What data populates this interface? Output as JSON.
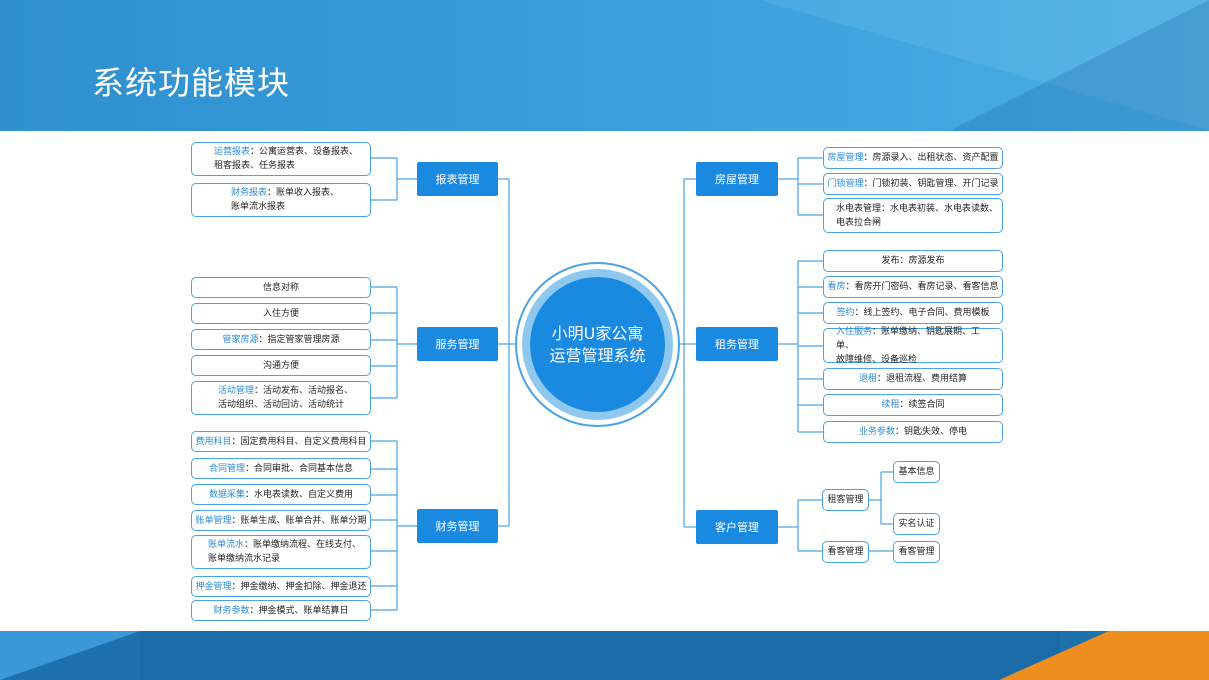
{
  "title": "系统功能模块",
  "colors": {
    "accent": "#1a8ae0",
    "header": "#3aa0dc",
    "footer": "#1d72ad",
    "orange": "#ee8e1e"
  },
  "center": {
    "line1": "小明U家公寓",
    "line2": "运营管理系统"
  },
  "left": {
    "reports": {
      "label": "报表管理",
      "leaves": [
        {
          "key": "运营报表",
          "text": "：公寓运营表、设备报表、",
          "text2": "租客报表、任务报表"
        },
        {
          "key": "财务报表",
          "text": "：账单收入报表、",
          "text2": "账单流水报表"
        }
      ]
    },
    "service": {
      "label": "服务管理",
      "leaves": [
        {
          "key": "",
          "text": "信息对称"
        },
        {
          "key": "",
          "text": "入住方便"
        },
        {
          "key": "管家房源",
          "text": "：指定管家管理房源"
        },
        {
          "key": "",
          "text": "沟通方便"
        },
        {
          "key": "活动管理",
          "text": "：活动发布、活动报名、",
          "text2": "活动组织、活动回访、活动统计"
        }
      ]
    },
    "finance": {
      "label": "财务管理",
      "leaves": [
        {
          "key": "费用科目",
          "text": "：固定费用科目、自定义费用科目"
        },
        {
          "key": "合同管理",
          "text": "：合同审批、合同基本信息"
        },
        {
          "key": "数据采集",
          "text": "：水电表读数、自定义费用"
        },
        {
          "key": "账单管理",
          "text": "：账单生成、账单合并、账单分期"
        },
        {
          "key": "账单流水",
          "text": "：账单缴纳流程、在线支付、",
          "text2": "账单缴纳流水记录"
        },
        {
          "key": "押金管理",
          "text": "：押金缴纳、押金扣除、押金退还"
        },
        {
          "key": "财务参数",
          "text": "：押金模式、账单结算日"
        }
      ]
    }
  },
  "right": {
    "house": {
      "label": "房屋管理",
      "leaves": [
        {
          "key": "房屋管理",
          "text": "：房源录入、出租状态、资产配置"
        },
        {
          "key": "门锁管理",
          "text": "：门锁初装、钥匙管理、开门记录"
        },
        {
          "key": "",
          "text": "水电表管理：水电表初装、水电表读数、",
          "text2": "电表拉合闸"
        }
      ]
    },
    "rent": {
      "label": "租务管理",
      "leaves": [
        {
          "key": "",
          "text": "发布：房源发布"
        },
        {
          "key": "看房",
          "text": "：看房开门密码、看房记录、看客信息"
        },
        {
          "key": "签约",
          "text": "：线上签约、电子合同、费用模板"
        },
        {
          "key": "入住服务",
          "text": "：账单缴纳、钥匙展期、工单、",
          "text2": "故障维修、设备巡检"
        },
        {
          "key": "退租",
          "text": "：退租流程、费用结算"
        },
        {
          "key": "续租",
          "text": "：续签合同"
        },
        {
          "key": "业务参数",
          "text": "：钥匙失效、停电"
        }
      ]
    },
    "customer": {
      "label": "客户管理",
      "tenant": "租客管理",
      "tenant_children": [
        "基本信息",
        "实名认证"
      ],
      "viewer": "看客管理",
      "viewer_children": [
        "看客管理"
      ]
    }
  }
}
